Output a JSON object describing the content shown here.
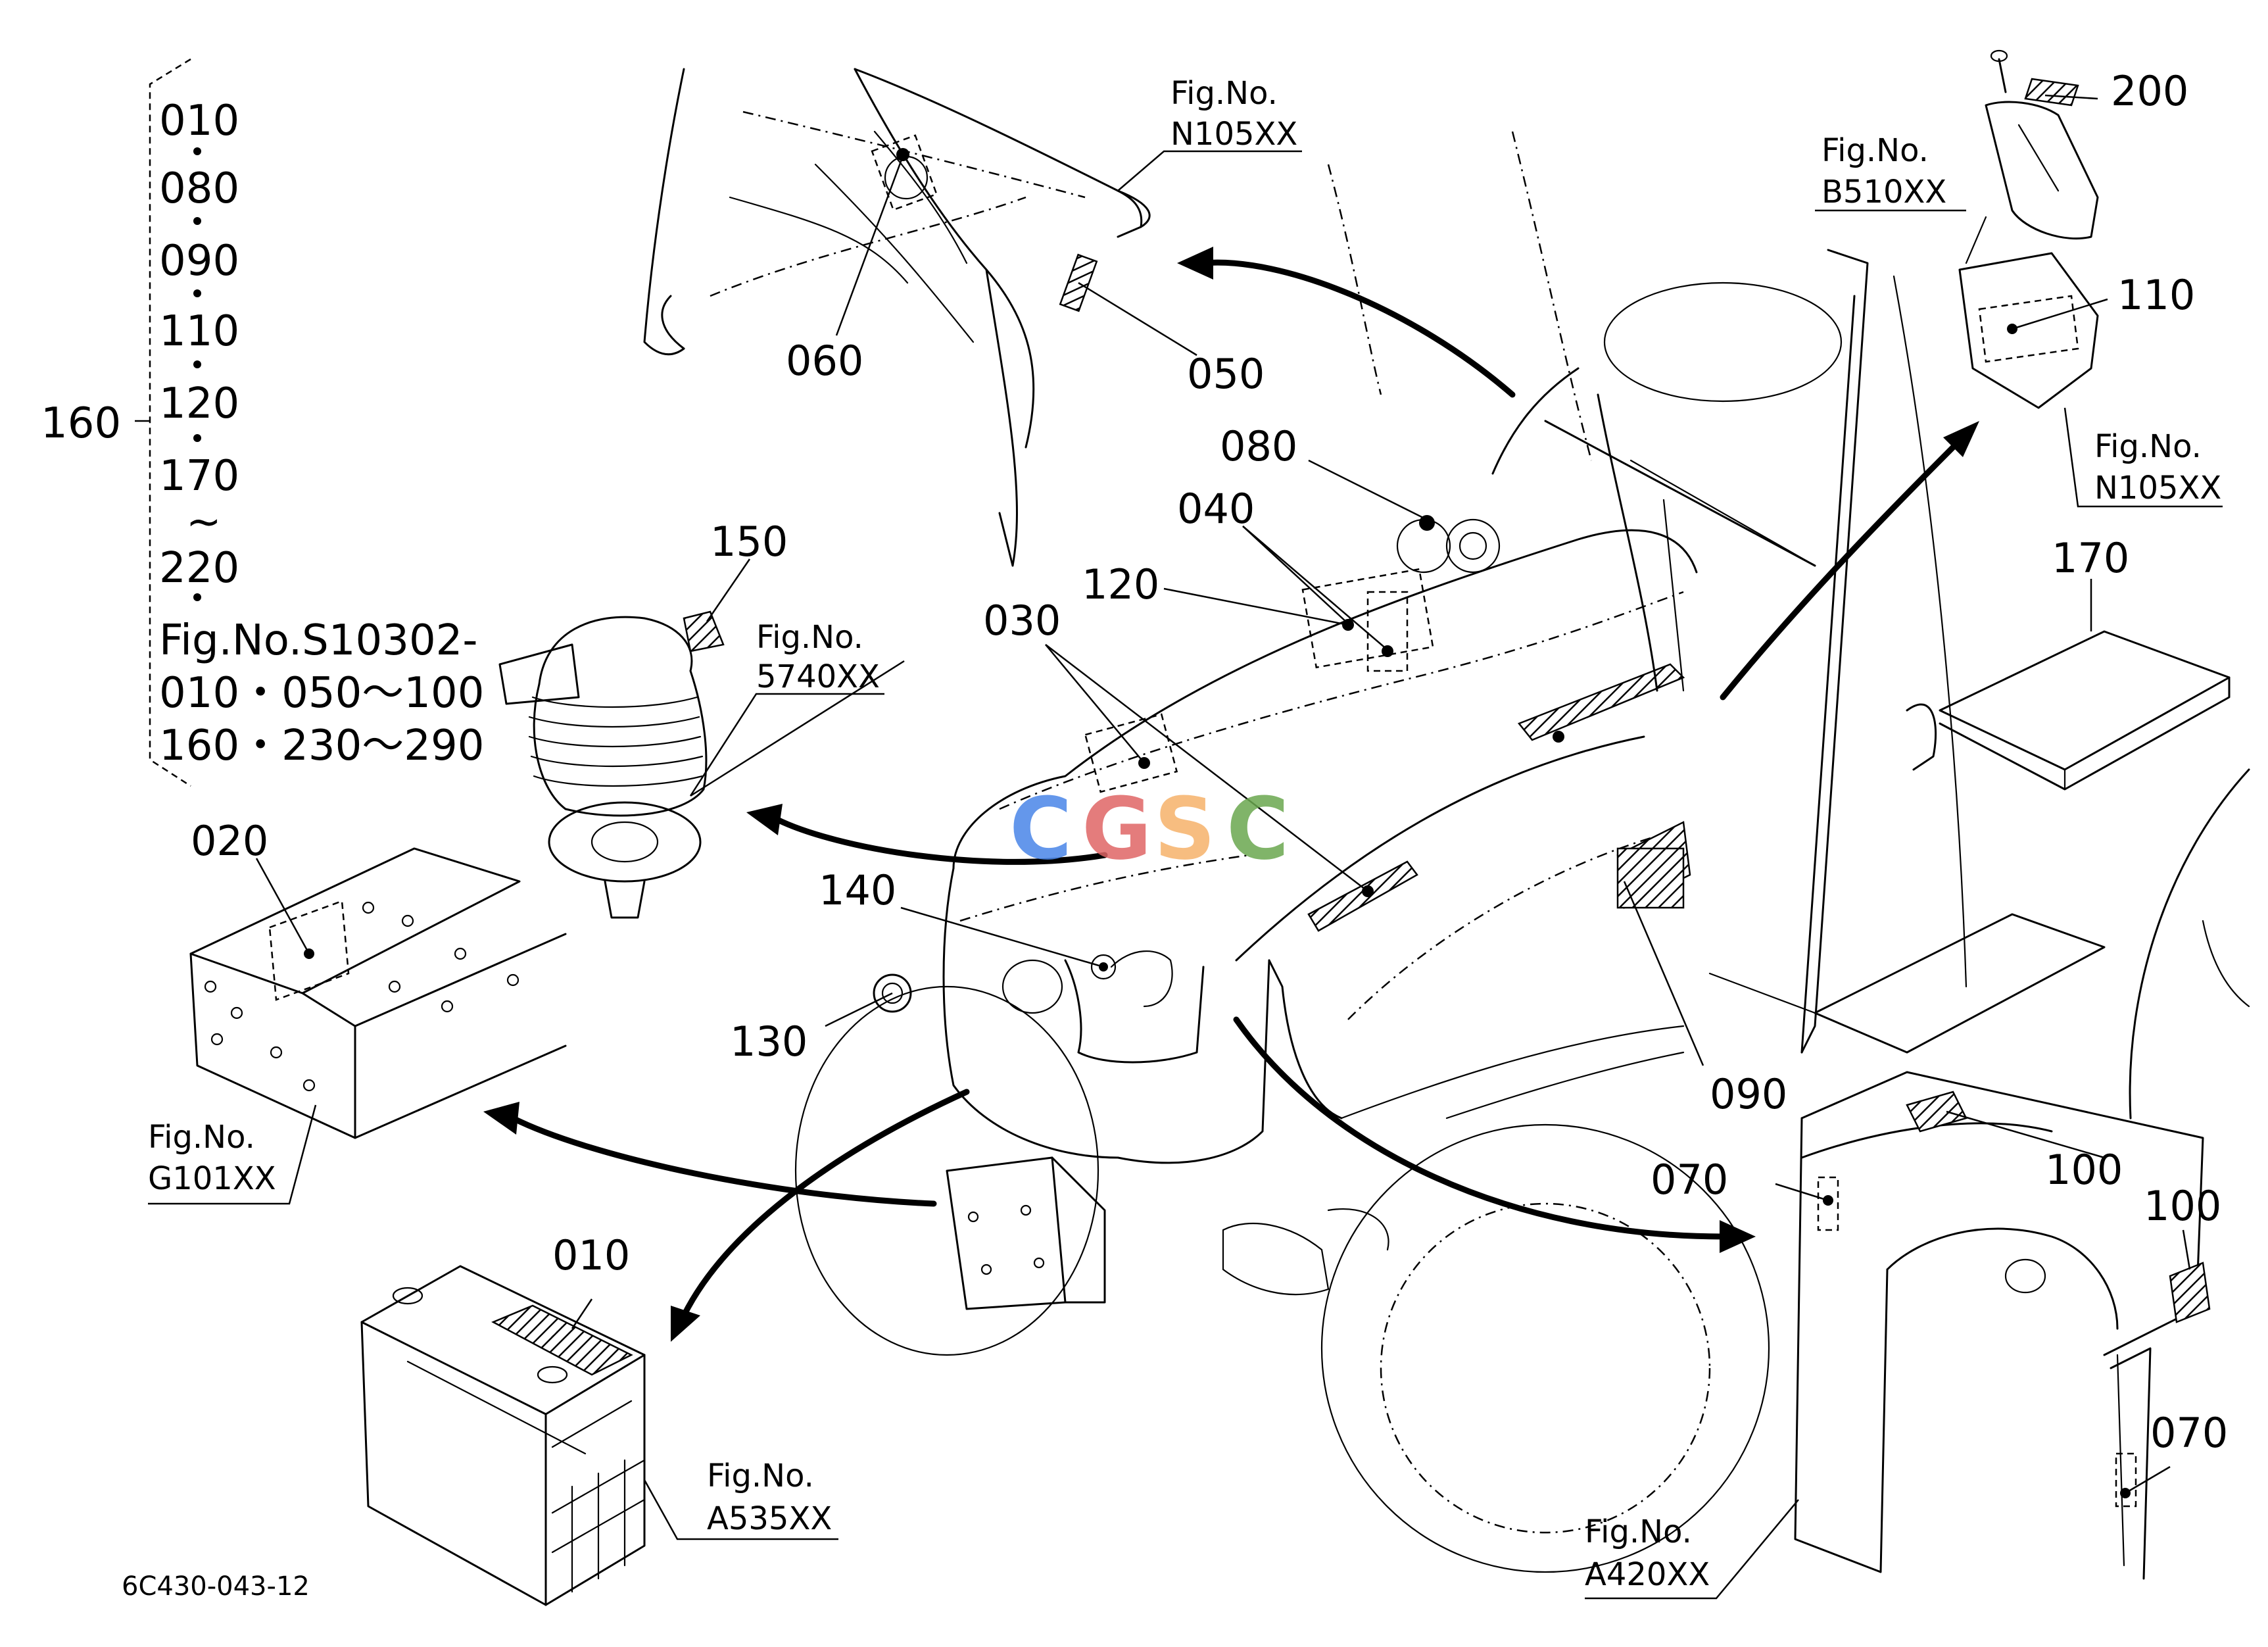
{
  "drawing_code": "6C430-043-12",
  "watermark": {
    "letters": [
      "C",
      "G",
      "S",
      "C"
    ],
    "colors": [
      "#4a86e8",
      "#e06666",
      "#f6b26b",
      "#6aa84f"
    ]
  },
  "bracket_list": {
    "group_label": "160",
    "items": [
      "010",
      "080",
      "090",
      "110",
      "120",
      "170"
    ],
    "range_symbol": "~",
    "last_item": "220",
    "fig_ref_line": "Fig.No.S10302-",
    "fig_ref_lines": [
      "010・050～100",
      "160・230～290"
    ]
  },
  "callouts": {
    "c010": "010",
    "c020": "020",
    "c030": "030",
    "c040": "040",
    "c050": "050",
    "c060": "060",
    "c070a": "070",
    "c070b": "070",
    "c080": "080",
    "c090": "090",
    "c100a": "100",
    "c100b": "100",
    "c110": "110",
    "c120": "120",
    "c130": "130",
    "c140": "140",
    "c150": "150",
    "c170": "170",
    "c200": "200"
  },
  "fig_refs": {
    "n105_top": {
      "prefix": "Fig.No.",
      "number": "N105XX"
    },
    "b510": {
      "prefix": "Fig.No.",
      "number": "B510XX"
    },
    "n105_right": {
      "prefix": "Fig.No.",
      "number": "N105XX"
    },
    "f5740": {
      "prefix": "Fig.No.",
      "number": "5740XX"
    },
    "g101": {
      "prefix": "Fig.No.",
      "number": "G101XX"
    },
    "a535": {
      "prefix": "Fig.No.",
      "number": "A535XX"
    },
    "a420": {
      "prefix": "Fig.No.",
      "number": "A420XX"
    }
  }
}
